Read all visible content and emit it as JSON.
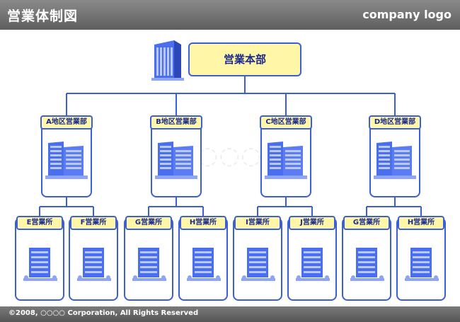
{
  "header": {
    "title": "営業体制図",
    "logo": "company logo"
  },
  "headquarters": {
    "label": "営業本部"
  },
  "departments": [
    {
      "label": "A地区営業部"
    },
    {
      "label": "B地区営業部"
    },
    {
      "label": "C地区営業部"
    },
    {
      "label": "D地区営業部"
    }
  ],
  "branches": [
    {
      "label": "E営業所"
    },
    {
      "label": "F営業所"
    },
    {
      "label": "G営業所"
    },
    {
      "label": "H営業所"
    },
    {
      "label": "I営業所"
    },
    {
      "label": "J営業所"
    },
    {
      "label": "G営業所"
    },
    {
      "label": "H営業所"
    }
  ],
  "footer": {
    "copyright": "©2008, ○○○○ Corporation, All Rights Reserved"
  },
  "colors": {
    "line": "#3a5fd6",
    "label_fill": "#fff6a8",
    "building": "#4a6ef0"
  }
}
